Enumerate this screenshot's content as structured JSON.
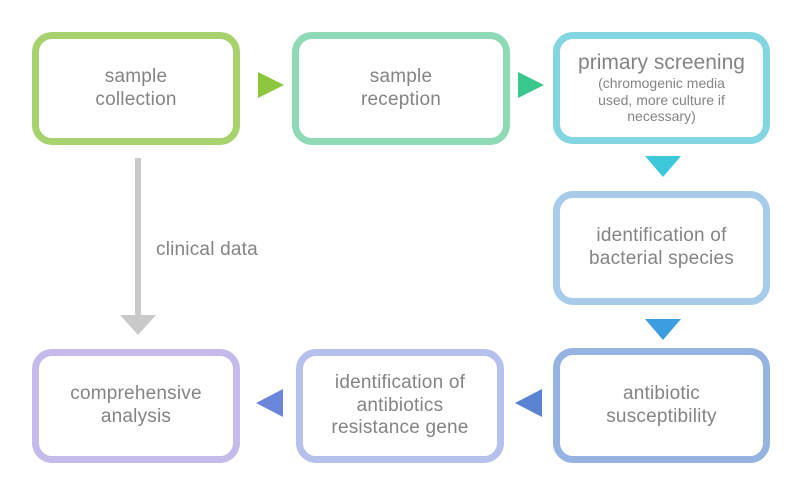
{
  "diagram": {
    "background_color": "#ffffff",
    "text_color": "#848484",
    "boxes": [
      {
        "id": "sample-collection",
        "label": "sample\ncollection",
        "border_color": "#a8d26e"
      },
      {
        "id": "sample-reception",
        "label": "sample\nreception",
        "border_color": "#8fd9b6"
      },
      {
        "id": "primary-screening",
        "label": "primary screening",
        "sublabel": "(chromogenic media\nused, more culture if\nnecessary)",
        "border_color": "#83d5e0"
      },
      {
        "id": "identification-of-bacterial-species",
        "label": "identification of\nbacterial species",
        "border_color": "#a8cbe9"
      },
      {
        "id": "antibiotic-susceptibility",
        "label": "antibiotic\nsusceptibility",
        "border_color": "#95b2e1"
      },
      {
        "id": "identification-of-antibiotics-resistance-gene",
        "label": "identification of\nantibiotics\nresistance gene",
        "border_color": "#b6c0ed"
      },
      {
        "id": "comprehensive-analysis",
        "label": "comprehensive\nanalysis",
        "border_color": "#c6baea"
      }
    ],
    "arrows": [
      {
        "id": "collection-to-reception",
        "direction": "right",
        "color": "#8cc63f"
      },
      {
        "id": "reception-to-screening",
        "direction": "right",
        "color": "#3ac78e"
      },
      {
        "id": "screening-to-species",
        "direction": "down",
        "color": "#3dc8da"
      },
      {
        "id": "species-to-susceptibility",
        "direction": "down",
        "color": "#3e9de0"
      },
      {
        "id": "susceptibility-to-resistance-gene",
        "direction": "left",
        "color": "#5b83d4"
      },
      {
        "id": "resistance-gene-to-analysis",
        "direction": "left",
        "color": "#6b85dd"
      },
      {
        "id": "clinical-data",
        "direction": "down",
        "color": "#c9c9c9",
        "label": "clinical data"
      }
    ]
  }
}
